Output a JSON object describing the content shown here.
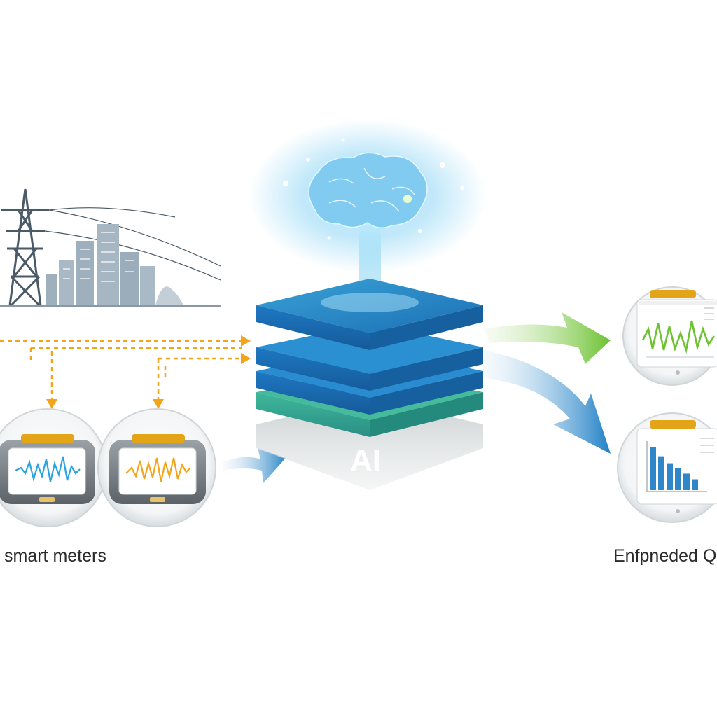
{
  "labels": {
    "core": "AI",
    "inputs": "smart meters",
    "outputs": "Enfpneded Q"
  },
  "icons": {
    "grid": "power-tower-icon",
    "city": "city-skyline-icon",
    "brain": "brain-icon"
  },
  "colors": {
    "accent_blue": "#1e78c2",
    "accent_teal": "#2fa58a",
    "accent_green": "#7cc242",
    "accent_orange": "#f2a51a",
    "glow": "#8fd6f5"
  },
  "meters": [
    {
      "name": "meter-blue",
      "wave_color": "#2aa4e0"
    },
    {
      "name": "meter-orange",
      "wave_color": "#f2a51a"
    }
  ],
  "outputs": [
    {
      "name": "output-line",
      "kind": "line",
      "color": "#6cc230"
    },
    {
      "name": "output-bars",
      "kind": "bar",
      "color": "#2f86c8",
      "values": [
        1.0,
        0.78,
        0.62,
        0.5,
        0.38,
        0.25
      ]
    }
  ]
}
